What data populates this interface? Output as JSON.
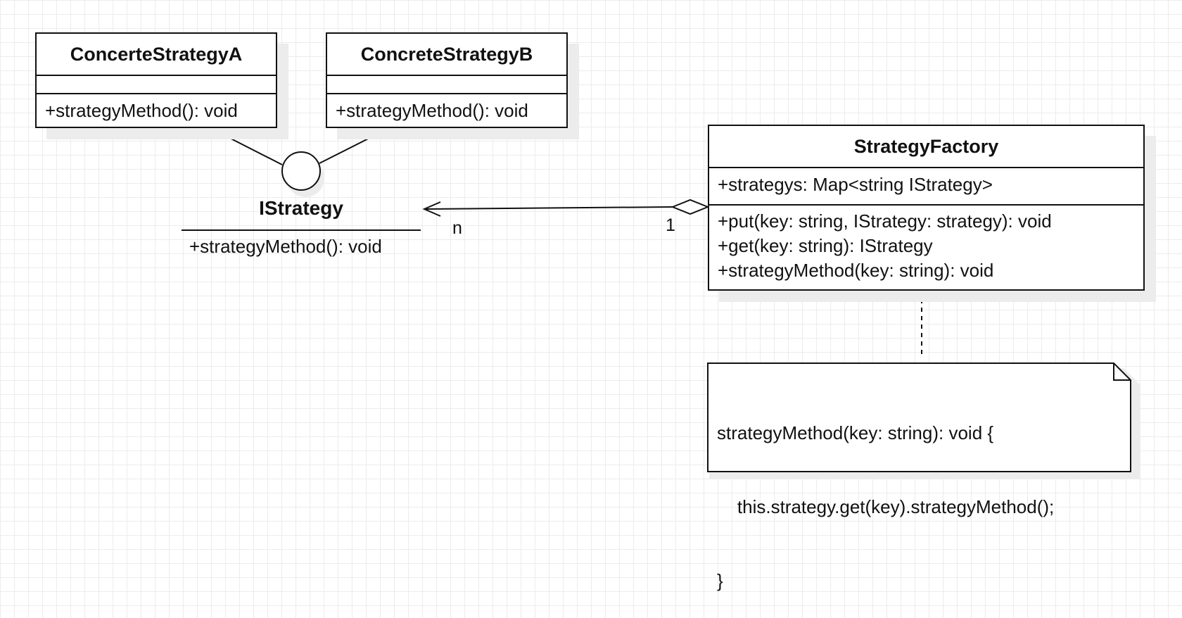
{
  "classes": {
    "strategy_a": {
      "name": "ConcerteStrategyA",
      "methods": [
        "+strategyMethod(): void"
      ]
    },
    "strategy_b": {
      "name": "ConcreteStrategyB",
      "methods": [
        "+strategyMethod(): void"
      ]
    },
    "factory": {
      "name": "StrategyFactory",
      "attributes": [
        "+strategys: Map<string IStrategy>"
      ],
      "methods": [
        "+put(key: string, IStrategy: strategy): void",
        "+get(key: string): IStrategy",
        "+strategyMethod(key: string): void"
      ]
    }
  },
  "interface": {
    "name": "IStrategy",
    "methods": [
      "+strategyMethod(): void"
    ]
  },
  "association": {
    "target_multiplicity": "n",
    "source_multiplicity": "1",
    "kind": "aggregation"
  },
  "note": {
    "lines": [
      "strategyMethod(key: string): void {",
      "    this.strategy.get(key).strategyMethod();",
      "}"
    ]
  },
  "colors": {
    "stroke": "#111111",
    "grid": "#ececec",
    "shadow": "#ececec",
    "background": "#ffffff"
  }
}
